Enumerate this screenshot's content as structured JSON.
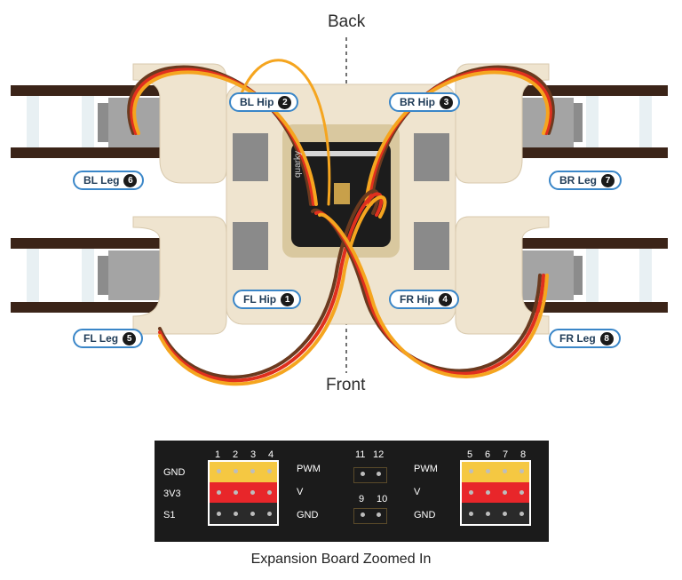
{
  "diagram": {
    "top_label": "Back",
    "bottom_label": "Front",
    "servo_labels": [
      {
        "id": "bl-hip",
        "text": "BL Hip",
        "num": "2"
      },
      {
        "id": "br-hip",
        "text": "BR Hip",
        "num": "3"
      },
      {
        "id": "bl-leg",
        "text": "BL Leg",
        "num": "6"
      },
      {
        "id": "br-leg",
        "text": "BR Leg",
        "num": "7"
      },
      {
        "id": "fl-hip",
        "text": "FL Hip",
        "num": "1"
      },
      {
        "id": "fr-hip",
        "text": "FR Hip",
        "num": "4"
      },
      {
        "id": "fl-leg",
        "text": "FL Leg",
        "num": "5"
      },
      {
        "id": "fr-leg",
        "text": "FR Leg",
        "num": "8"
      }
    ],
    "board_text": "quarky"
  },
  "expansion_board": {
    "caption": "Expansion Board Zoomed In",
    "left_cols": [
      "1",
      "2",
      "3",
      "4"
    ],
    "right_cols": [
      "5",
      "6",
      "7",
      "8"
    ],
    "mid_top_cols": [
      "11",
      "12"
    ],
    "mid_bottom_cols": [
      "9",
      "10"
    ],
    "left_rows": [
      "GND",
      "3V3",
      "S1"
    ],
    "left_side_labels": [
      "PWM",
      "V",
      "GND"
    ],
    "right_side_labels": [
      "PWM",
      "V",
      "GND"
    ]
  },
  "colors": {
    "wire_brown": "#6b3a1f",
    "wire_red": "#e0301e",
    "wire_orange": "#f5a51f",
    "frame": "#efe4cf",
    "badge_border": "#3a86c8",
    "header_yellow": "#f5c842",
    "header_red": "#e8262a",
    "header_black": "#2a2a2a"
  }
}
